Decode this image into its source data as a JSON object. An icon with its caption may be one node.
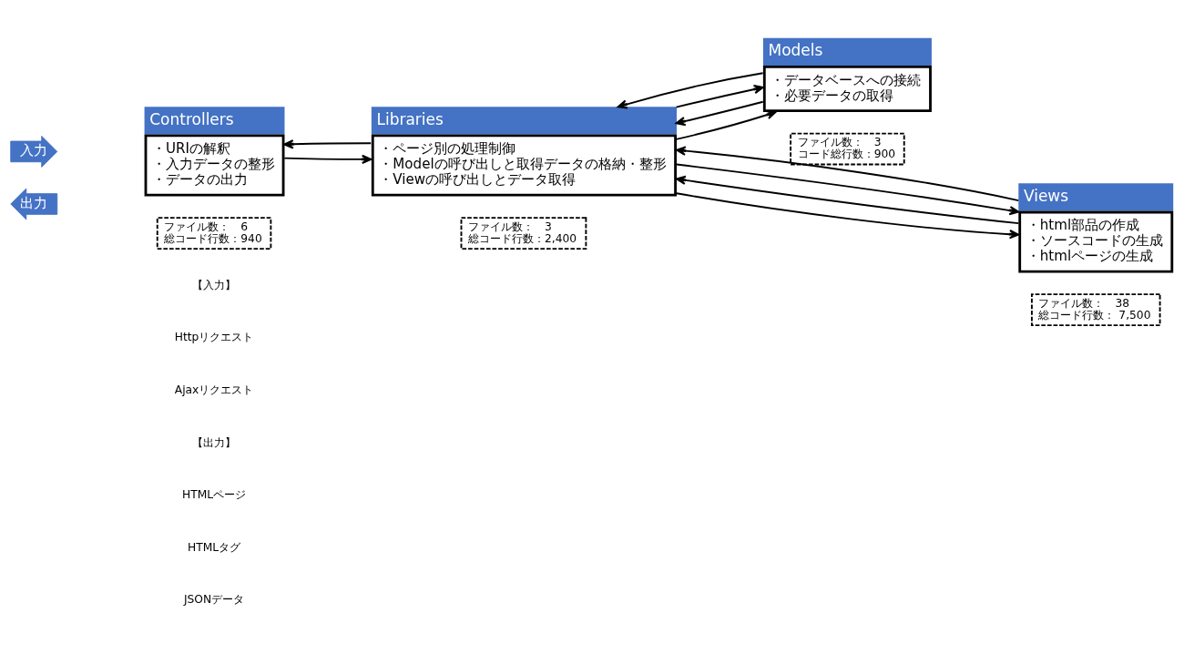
{
  "diagram": {
    "nodes": [
      {
        "text": [
          "入力"
        ]
      },
      {
        "text": [
          "出力"
        ]
      },
      {
        "text": [
          "Controllers",
          "・URIの解釈",
          "・入力データの整形",
          "・データの出力"
        ]
      },
      {
        "text": [
          "ファイル数：　6",
          "総コード行数：940"
        ]
      },
      {
        "text": [
          "Libraries",
          "・ページ別の処理制御",
          "・Modelの呼び出しと取得データの格納・整形",
          "・Viewの呼び出しとデータ取得"
        ]
      },
      {
        "text": [
          "ファイル数：　3",
          "総コード行数：2,400"
        ]
      },
      {
        "text": [
          "Models",
          "・データベースへの接続",
          "・必要データの取得"
        ]
      },
      {
        "text": [
          "ファイル数：　3",
          "コード総行数：900"
        ]
      },
      {
        "text": [
          "Views",
          "・html部品の作成",
          "・ソースコードの生成",
          "・htmlページの生成"
        ]
      },
      {
        "text": [
          "ファイル数：　38",
          "総コード行数： 7,500"
        ]
      }
    ],
    "edges": [
      {
        "from": 2,
        "to": 4,
        "arrow": "to"
      },
      {
        "from": 4,
        "to": 2,
        "arrow": "to"
      },
      {
        "from": 4,
        "to": 6,
        "arrow": "to"
      },
      {
        "from": 6,
        "to": 4,
        "arrow": "to"
      },
      {
        "from": 4,
        "to": 6,
        "arrow": "to"
      },
      {
        "from": 6,
        "to": 4,
        "arrow": "to"
      },
      {
        "from": 4,
        "to": 8,
        "arrow": "to"
      },
      {
        "from": 8,
        "to": 4,
        "arrow": "to"
      },
      {
        "from": 4,
        "to": 8,
        "arrow": "to"
      },
      {
        "from": 8,
        "to": 4,
        "arrow": "to"
      }
    ],
    "labels": [
      "【入力】",
      "Httpリクエスト",
      "Ajaxリクエスト",
      "【出力】",
      "HTMLページ",
      "HTMLタグ",
      "JSONデータ"
    ]
  }
}
